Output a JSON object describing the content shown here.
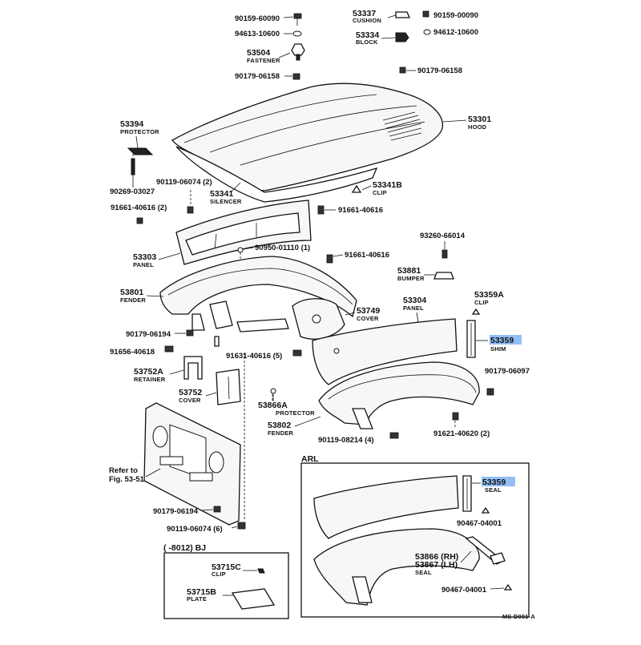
{
  "labels": {
    "p90159_60090": "90159-60090",
    "p94613_10600": "94613-10600",
    "p53504": "53504",
    "n_fastener": "FASTENER",
    "p90179_06158a": "90179-06158",
    "p53337": "53337",
    "n_cushion": "CUSHION",
    "p90159_00090": "90159-00090",
    "p53334": "53334",
    "n_block": "BLOCK",
    "p94612_10600": "94612-10600",
    "p90179_06158b": "90179-06158",
    "p53394": "53394",
    "n_protector_a": "PROTECTOR",
    "p53301": "53301",
    "n_hood": "HOOD",
    "p90269_03027": "90269-03027",
    "p90119_06074_2": "90119-06074 (2)",
    "p53341": "53341",
    "n_silencer": "SILENCER",
    "p53341b": "53341B",
    "n_clip_a": "CLIP",
    "p91661_40616_2": "91661-40616 (2)",
    "p91661_40616a": "91661-40616",
    "p90950_01110_1": "90950-01110 (1)",
    "p53303": "53303",
    "n_panel_a": "PANEL",
    "p91661_40616b": "91661-40616",
    "p93260_66014": "93260-66014",
    "p53881": "53881",
    "n_bumper": "BUMPER",
    "p53359a": "53359A",
    "n_clip_b": "CLIP",
    "p53801": "53801",
    "n_fender_a": "FENDER",
    "p53749": "53749",
    "n_cover_a": "COVER",
    "p53304": "53304",
    "n_panel_b": "PANEL",
    "p53359_shim": "53359",
    "n_shim": "SHIM",
    "p90179_06194a": "90179-06194",
    "p91656_40618": "91656-40618",
    "p91631_40616_5": "91631-40616 (5)",
    "p90179_06097": "90179-06097",
    "p53752a": "53752A",
    "n_retainer": "RETAINER",
    "p53752": "53752",
    "n_cover_b": "COVER",
    "p53866a": "53866A",
    "n_protector_b": "PROTECTOR",
    "p53802": "53802",
    "n_fender_b": "FENDER",
    "p90119_08214_4": "90119-08214 (4)",
    "p91621_40620_2": "91621-40620 (2)",
    "refer_1": "Refer to",
    "refer_2": "Fig. 53-51",
    "arl": "ARL",
    "p53359_seal": "53359",
    "n_seal_a": "SEAL",
    "p90467_04001a": "90467-04001",
    "p90179_06194b": "90179-06194",
    "p90119_06074_6": "90119-06074 (6)",
    "bj_range": "(       -8012)  BJ",
    "p53715c": "53715C",
    "n_clip_c": "CLIP",
    "p53715b": "53715B",
    "n_plate": "PLATE",
    "p53866_rh": "53866 (RH)",
    "p53867_lh": "53867 (LH)",
    "n_seal_b": "SEAL",
    "p90467_04001b": "90467-04001",
    "fig_code": "MS  D001-A"
  },
  "colors": {
    "highlight": "#7fb3f2",
    "line": "#111111",
    "background": "#ffffff"
  }
}
